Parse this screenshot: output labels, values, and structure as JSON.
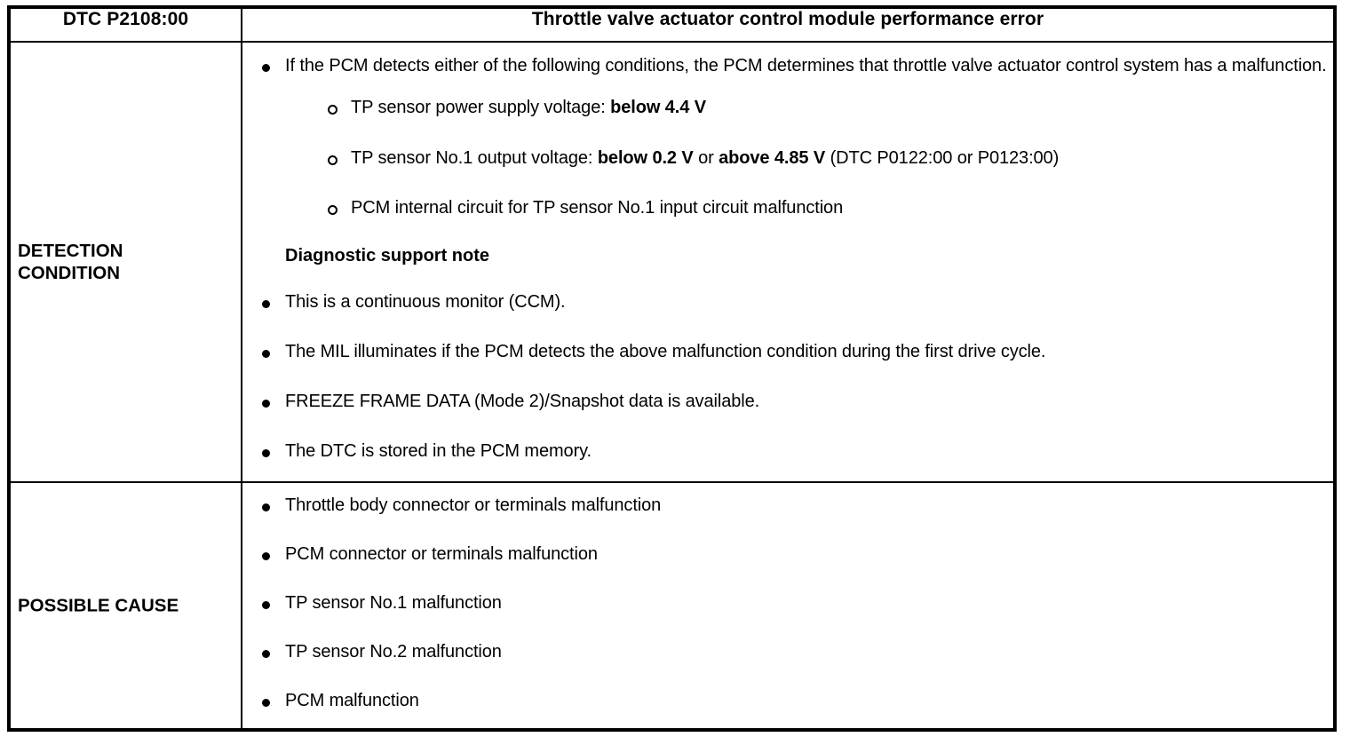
{
  "document": {
    "type": "dtc-diagnostic-table"
  },
  "header": {
    "code": "DTC P2108:00",
    "title": "Throttle valve actuator control module performance error"
  },
  "rows": {
    "detection": {
      "label_line1": "DETECTION",
      "label_line2": "CONDITION",
      "intro_bullet": "If the PCM detects either of the following conditions, the PCM determines that throttle valve actuator control system has a malfunction.",
      "sub_bullets": [
        {
          "lead": "TP sensor power supply voltage: ",
          "bold1": "below 4.4 V",
          "mid": "",
          "bold2": "",
          "tail": ""
        },
        {
          "lead": "TP sensor No.1 output voltage: ",
          "bold1": "below 0.2 V",
          "mid": " or ",
          "bold2": "above 4.85 V",
          "tail": " (DTC P0122:00 or P0123:00)"
        },
        {
          "lead": "PCM internal circuit for TP sensor No.1 input circuit malfunction",
          "bold1": "",
          "mid": "",
          "bold2": "",
          "tail": ""
        }
      ],
      "note_heading": "Diagnostic support note",
      "note_bullets": [
        "This is a continuous monitor (CCM).",
        "The MIL illuminates if the PCM detects the above malfunction condition during the first drive cycle.",
        "FREEZE FRAME DATA (Mode 2)/Snapshot data is available.",
        "The DTC is stored in the PCM memory."
      ]
    },
    "possible_cause": {
      "label": "POSSIBLE CAUSE",
      "bullets": [
        "Throttle body connector or terminals malfunction",
        "PCM connector or terminals malfunction",
        "TP sensor No.1 malfunction",
        "TP sensor No.2 malfunction",
        "PCM malfunction"
      ]
    }
  },
  "colors": {
    "ink": "#000000",
    "paper": "#ffffff"
  }
}
